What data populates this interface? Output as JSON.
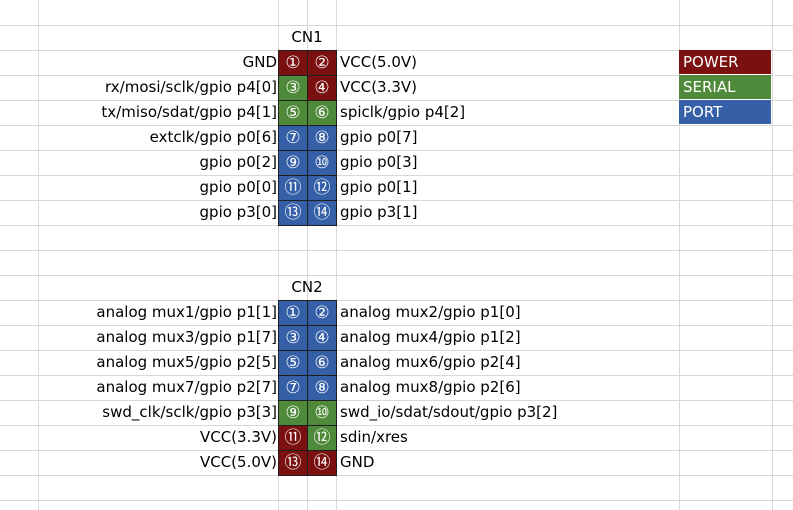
{
  "colors": {
    "power": "#7b1010",
    "serial": "#4f8a3a",
    "port": "#3560a8",
    "grid": "#d9d9d9"
  },
  "legend": [
    {
      "label": "POWER",
      "type": "power"
    },
    {
      "label": "SERIAL",
      "type": "serial"
    },
    {
      "label": "PORT",
      "type": "port"
    }
  ],
  "connectors": [
    {
      "id": "cn1",
      "title": "CN1",
      "rows": [
        {
          "left_label": "GND",
          "left_pin": "①",
          "left_type": "power",
          "right_pin": "②",
          "right_type": "power",
          "right_label": "VCC(5.0V)"
        },
        {
          "left_label": "rx/mosi/sclk/gpio p4[0]",
          "left_pin": "③",
          "left_type": "serial",
          "right_pin": "④",
          "right_type": "power",
          "right_label": "VCC(3.3V)"
        },
        {
          "left_label": "tx/miso/sdat/gpio p4[1]",
          "left_pin": "⑤",
          "left_type": "serial",
          "right_pin": "⑥",
          "right_type": "serial",
          "right_label": "spiclk/gpio p4[2]"
        },
        {
          "left_label": "extclk/gpio p0[6]",
          "left_pin": "⑦",
          "left_type": "port",
          "right_pin": "⑧",
          "right_type": "port",
          "right_label": "gpio p0[7]"
        },
        {
          "left_label": "gpio p0[2]",
          "left_pin": "⑨",
          "left_type": "port",
          "right_pin": "⑩",
          "right_type": "port",
          "right_label": "gpio p0[3]"
        },
        {
          "left_label": "gpio p0[0]",
          "left_pin": "⑪",
          "left_type": "port",
          "right_pin": "⑫",
          "right_type": "port",
          "right_label": "gpio p0[1]"
        },
        {
          "left_label": "gpio p3[0]",
          "left_pin": "⑬",
          "left_type": "port",
          "right_pin": "⑭",
          "right_type": "port",
          "right_label": "gpio p3[1]"
        }
      ]
    },
    {
      "id": "cn2",
      "title": "CN2",
      "rows": [
        {
          "left_label": "analog mux1/gpio p1[1]",
          "left_pin": "①",
          "left_type": "port",
          "right_pin": "②",
          "right_type": "port",
          "right_label": "analog mux2/gpio p1[0]"
        },
        {
          "left_label": "analog mux3/gpio p1[7]",
          "left_pin": "③",
          "left_type": "port",
          "right_pin": "④",
          "right_type": "port",
          "right_label": "analog mux4/gpio p1[2]"
        },
        {
          "left_label": "analog mux5/gpio p2[5]",
          "left_pin": "⑤",
          "left_type": "port",
          "right_pin": "⑥",
          "right_type": "port",
          "right_label": "analog mux6/gpio p2[4]"
        },
        {
          "left_label": "analog mux7/gpio p2[7]",
          "left_pin": "⑦",
          "left_type": "port",
          "right_pin": "⑧",
          "right_type": "port",
          "right_label": "analog mux8/gpio p2[6]"
        },
        {
          "left_label": "swd_clk/sclk/gpio p3[3]",
          "left_pin": "⑨",
          "left_type": "serial",
          "right_pin": "⑩",
          "right_type": "serial",
          "right_label": "swd_io/sdat/sdout/gpio p3[2]"
        },
        {
          "left_label": "VCC(3.3V)",
          "left_pin": "⑪",
          "left_type": "power",
          "right_pin": "⑫",
          "right_type": "serial",
          "right_label": "sdin/xres"
        },
        {
          "left_label": "VCC(5.0V)",
          "left_pin": "⑬",
          "left_type": "power",
          "right_pin": "⑭",
          "right_type": "power",
          "right_label": "GND"
        }
      ]
    }
  ]
}
